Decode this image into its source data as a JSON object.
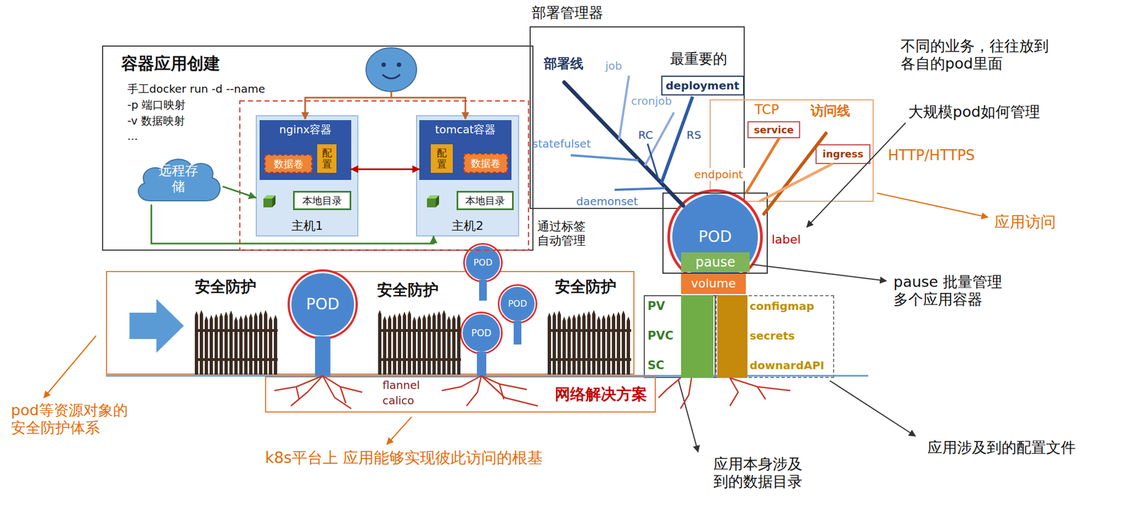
{
  "diagram": {
    "nodes": [
      {
        "text": [
          "容器应用创建",
          "手工docker run -d --name",
          "-p 端口映射",
          "-v 数据映射",
          "..."
        ]
      },
      {
        "text": [
          "主机1"
        ],
        "in": 0
      },
      {
        "text": [
          "nginx容器"
        ],
        "in": 1
      },
      {
        "text": [
          "数据卷"
        ],
        "in": 2
      },
      {
        "text": [
          "配置"
        ],
        "in": 2
      },
      {
        "text": [
          "本地目录"
        ],
        "in": 1
      },
      {
        "text": [
          "主机2"
        ],
        "in": 0
      },
      {
        "text": [
          "tomcat容器"
        ],
        "in": 6
      },
      {
        "text": [
          "配置"
        ],
        "in": 7
      },
      {
        "text": [
          "数据卷"
        ],
        "in": 7
      },
      {
        "text": [
          "本地目录"
        ],
        "in": 6
      },
      {
        "text": [
          "远程存储"
        ],
        "in": 0
      },
      {
        "text": [
          "部署管理器"
        ]
      },
      {
        "text": [
          "deployment"
        ],
        "in": 12
      },
      {
        "text": [
          "访问线"
        ]
      },
      {
        "text": [
          "service"
        ],
        "in": 14
      },
      {
        "text": [
          "ingress"
        ],
        "in": 14
      },
      {
        "text": [
          "POD"
        ]
      },
      {
        "text": [
          "pause"
        ]
      },
      {
        "text": [
          "volume"
        ]
      },
      {
        "text": [
          "PV",
          "PVC",
          "SC"
        ]
      },
      {
        "text": [
          "configmap",
          "secrets",
          "downardAPI"
        ]
      },
      {
        "text": [
          "安全防护",
          "安全防护",
          "安全防护"
        ]
      },
      {
        "text": [
          "POD"
        ],
        "in": 22
      },
      {
        "text": [
          "POD"
        ]
      },
      {
        "text": [
          "POD"
        ],
        "in": 22
      },
      {
        "text": [
          "POD"
        ],
        "in": 22
      },
      {
        "text": [
          "flannel",
          "calico",
          "网络解决方案"
        ]
      }
    ],
    "edges": [
      {
        "from": 2,
        "to": 7,
        "arrow": "both"
      },
      {
        "from": 11,
        "to": 1,
        "arrow": "to"
      },
      {
        "from": 11,
        "to": 6,
        "arrow": "to"
      },
      {
        "from": 15,
        "to": 17,
        "arrow": "none"
      },
      {
        "from": 16,
        "to": 17,
        "arrow": "none"
      }
    ],
    "labels": [
      "通过标签 自动管理",
      "部署线",
      "job",
      "最重要的",
      "cronjob",
      "statefulset",
      "RC",
      "RS",
      "daemonset",
      "TCP",
      "endpoint",
      "HTTP/HTTPS",
      "不同的业务，往往放到各自的pod里面",
      "大规模pod如何管理",
      "应用访问",
      "label",
      "pause 批量管理 多个应用容器",
      "pod等资源对象的 安全防护体系",
      "k8s平台上 应用能够实现彼此访问的根基",
      "应用本身涉及 到的数据目录",
      "应用涉及到的配置文件"
    ]
  }
}
